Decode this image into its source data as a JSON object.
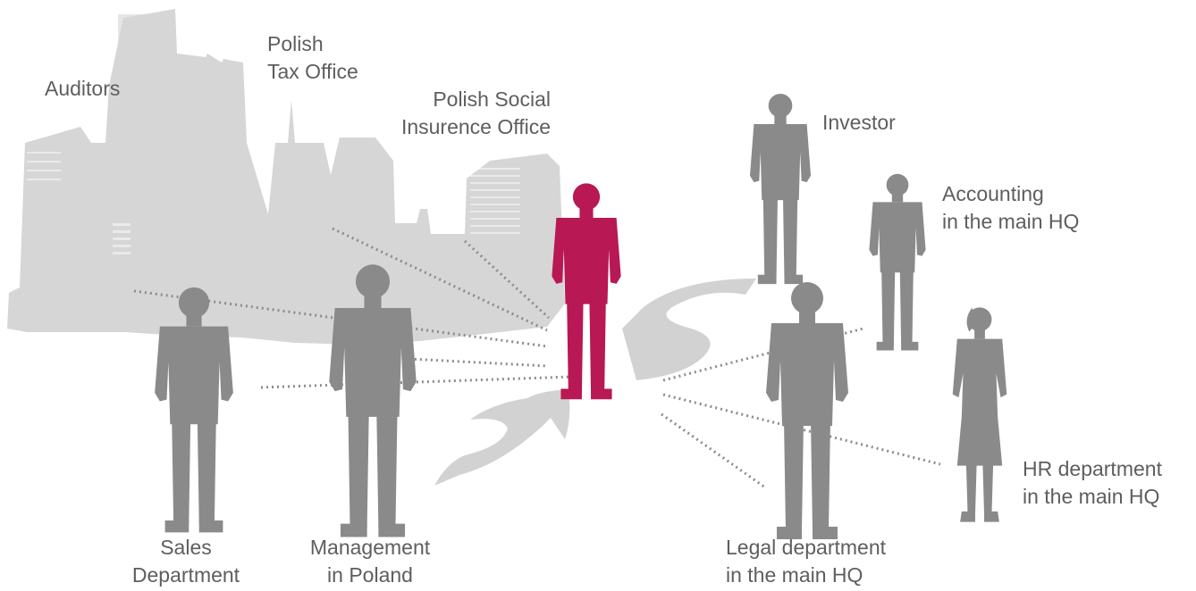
{
  "colors": {
    "background": "#ffffff",
    "city": "#d6d6d6",
    "person": "#8a8a8a",
    "highlight": "#b81853",
    "arrows": "#d2d2d2",
    "dotted_lines": "#8c8c8c",
    "text": "#5e5e5e"
  },
  "labels": {
    "auditors": [
      "Auditors"
    ],
    "tax_office": [
      "Polish",
      "Tax Office"
    ],
    "social_insurance": [
      "Polish Social",
      "Insurence Office"
    ],
    "investor": [
      "Investor"
    ],
    "accounting": [
      "Accounting",
      "in the main HQ"
    ],
    "hr": [
      "HR department",
      "in the main HQ"
    ],
    "legal": [
      "Legal department",
      "in the main HQ"
    ],
    "management": [
      "Management",
      "in Poland"
    ],
    "sales": [
      "Sales",
      "Department"
    ]
  }
}
